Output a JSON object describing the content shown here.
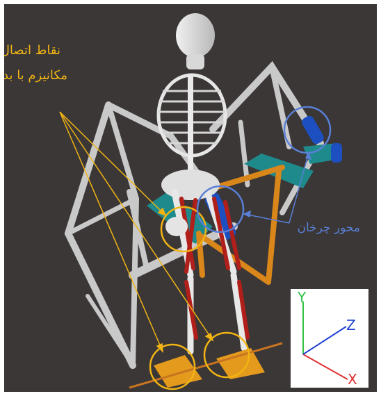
{
  "annotations": {
    "attachment_points_line1": "نقاط اتصال",
    "attachment_points_line2": "مکانیزم با بدن",
    "rotation_axis": "محور چرخان"
  },
  "axes": {
    "x_label": "X",
    "y_label": "Y",
    "z_label": "Z"
  },
  "colors": {
    "background": "#3a3736",
    "annotation_yellow": "#f2b414",
    "annotation_blue": "#5a7fd6",
    "axis_x": "#e03030",
    "axis_y": "#30c040",
    "axis_z": "#2040d0"
  }
}
